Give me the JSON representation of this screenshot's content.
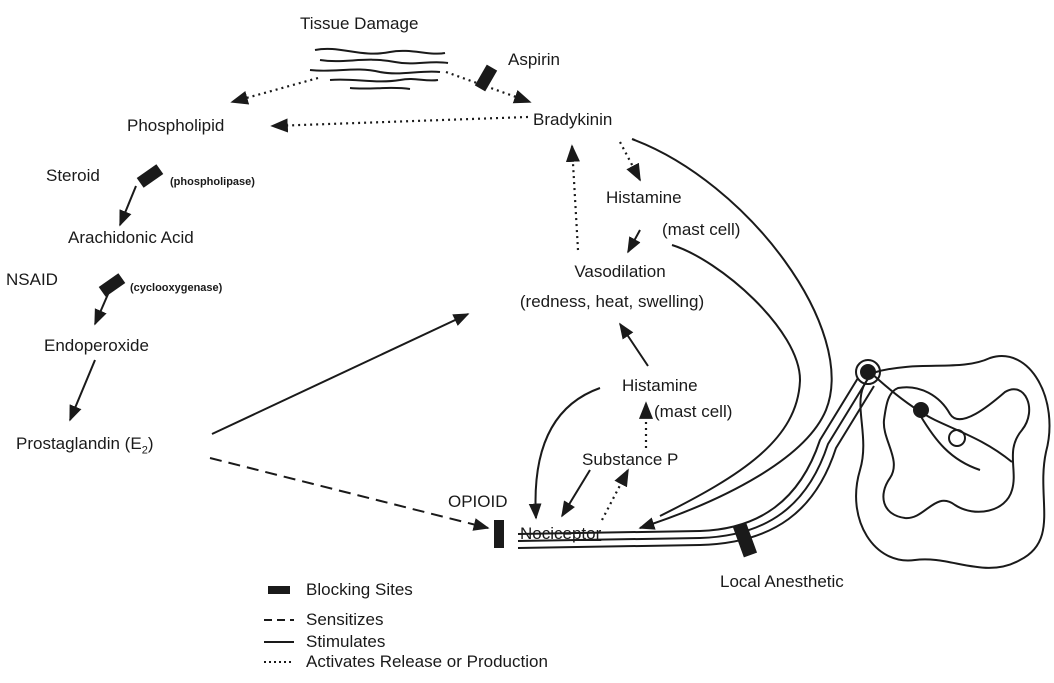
{
  "nodes": {
    "tissue_damage": "Tissue Damage",
    "aspirin": "Aspirin",
    "phospholipid": "Phospholipid",
    "bradykinin": "Bradykinin",
    "steroid": "Steroid",
    "phospholipase": "(phospholipase)",
    "arachidonic_acid": "Arachidonic Acid",
    "nsaid": "NSAID",
    "cyclooxygenase": "(cyclooxygenase)",
    "endoperoxide": "Endoperoxide",
    "prostaglandin": "Prostaglandin (E",
    "prostaglandin_sub": "2",
    "prostaglandin_close": ")",
    "histamine_top": "Histamine",
    "mast_cell_top": "(mast cell)",
    "vasodilation": "Vasodilation",
    "vasodilation_detail": "(redness, heat, swelling)",
    "histamine_bottom": "Histamine",
    "mast_cell_bottom": "(mast cell)",
    "substance_p": "Substance P",
    "opioid": "OPIOID",
    "nociceptor": "Nociceptor",
    "local_anesthetic": "Local Anesthetic"
  },
  "legend": {
    "blocking_sites": "Blocking Sites",
    "sensitizes": "Sensitizes",
    "stimulates": "Stimulates",
    "activates": "Activates Release or Production"
  },
  "colors": {
    "ink": "#1a1a1a",
    "background": "#ffffff"
  }
}
